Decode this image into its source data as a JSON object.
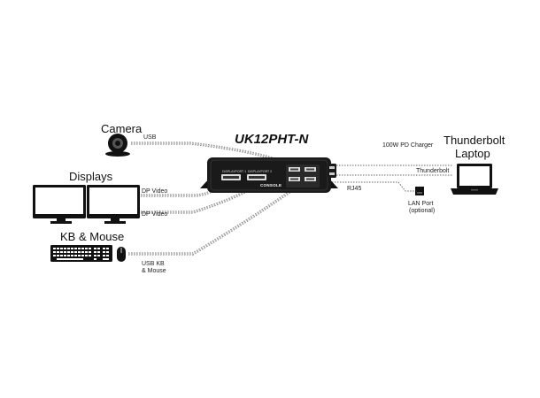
{
  "title": "UK12PHT-N",
  "labels": {
    "camera": "Camera",
    "displays": "Displays",
    "kb_mouse": "KB & Mouse",
    "laptop_line1": "Thunderbolt",
    "laptop_line2": "Laptop"
  },
  "cables": {
    "usb": "USB",
    "dp_video_1": "DP Video",
    "dp_video_2": "DP Video",
    "usb_kb_line1": "USB KB",
    "usb_kb_line2": "& Mouse",
    "pd_charger": "100W PD Charger",
    "thunderbolt": "Thunderbolt",
    "rj45": "RJ45",
    "lan_line1": "LAN Port",
    "lan_line2": "(optional)"
  },
  "device": {
    "console_label": "CONSOLE",
    "port_label_1": "DISPLAYPORT 1",
    "port_label_2": "DISPLAYPORT 2"
  },
  "colors": {
    "device_body": "#1a1a1a",
    "cable_dotted": "#777777",
    "cable_light": "#bbbbbb"
  }
}
